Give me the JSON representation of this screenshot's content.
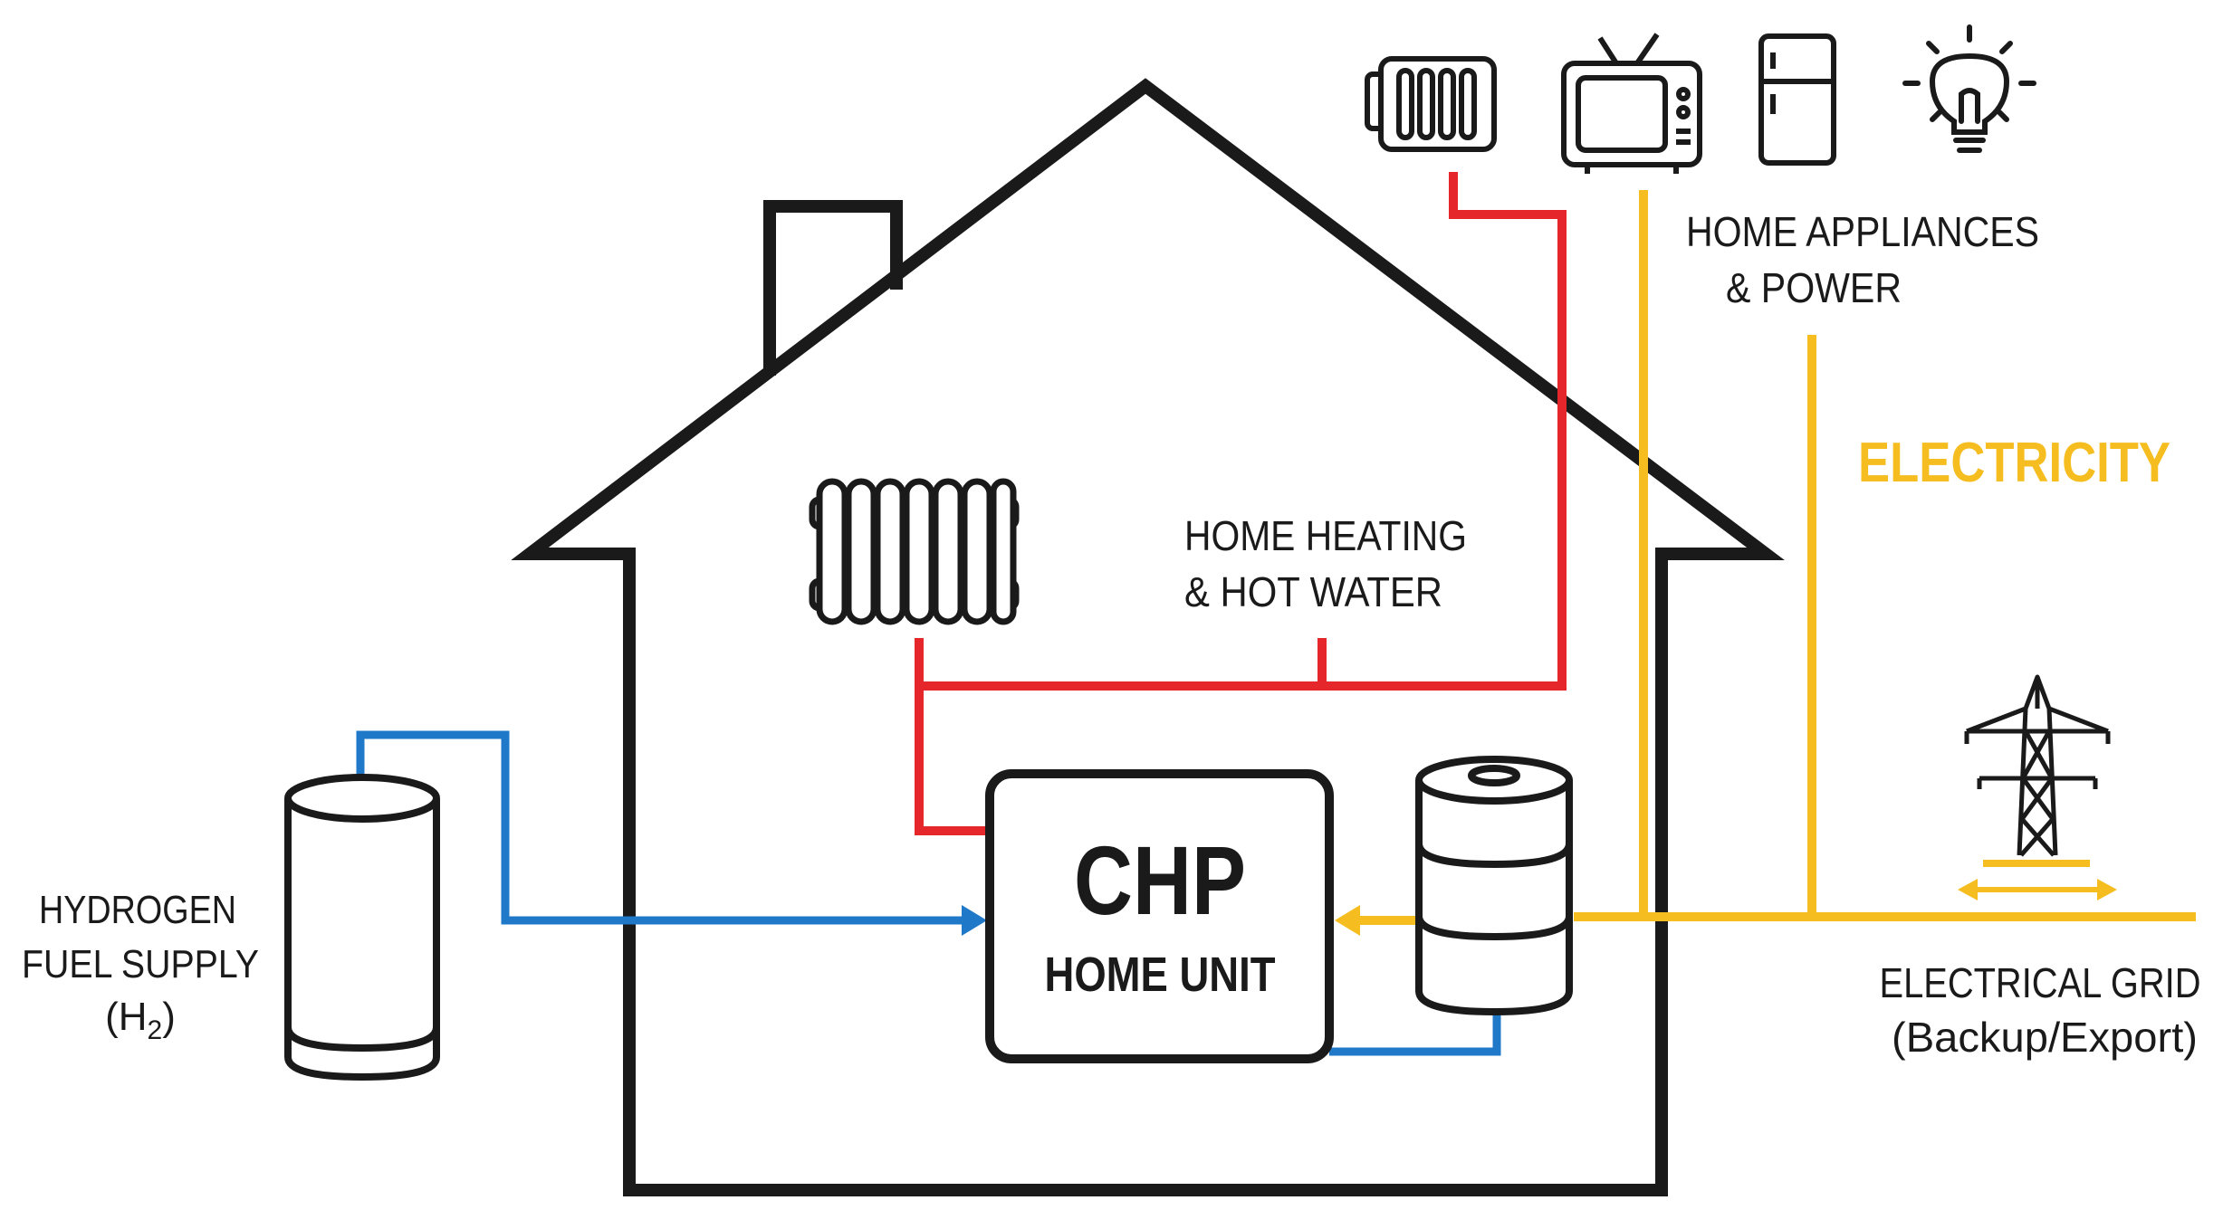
{
  "labels": {
    "hydrogen_line1": "HYDROGEN",
    "hydrogen_line2": "FUEL SUPPLY",
    "hydrogen_formula_open": "(H",
    "hydrogen_formula_sub": "2",
    "hydrogen_formula_close": ")",
    "chp_title": "CHP",
    "chp_subtitle": "HOME UNIT",
    "heating_line1": "HOME HEATING",
    "heating_line2": "& HOT WATER",
    "appliances_line1": "HOME APPLIANCES",
    "appliances_line2": "& POWER",
    "electricity": "ELECTRICITY",
    "grid_line1": "ELECTRICAL GRID",
    "grid_line2": "(Backup/Export)"
  },
  "colors": {
    "outline": "#1a1a1a",
    "heat_line": "#e5262a",
    "fuel_line": "#1f78c8",
    "power_line": "#f5bd1f"
  },
  "icons": [
    "radiator-icon",
    "tv-icon",
    "fridge-icon",
    "lightbulb-icon",
    "hydrogen-tank-icon",
    "battery-icon",
    "power-pylon-icon"
  ]
}
